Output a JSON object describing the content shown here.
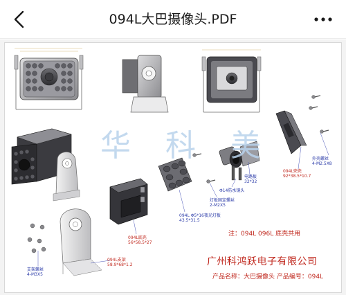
{
  "header": {
    "title": "094L大巴摄像头.PDF"
  },
  "drawing": {
    "watermark": [
      "华",
      "科",
      "美"
    ],
    "labels": {
      "shield_screw": "外壳螺丝\n4-M2.5X8",
      "shell_094l": "094L壳壳\n92*38.5*10.7",
      "pcb": "电路板\n32*32",
      "lens_14": "Φ14防水镜头",
      "lamp_board_screw": "灯板固定螺丝\n2-M2X5",
      "lamp_board": "094L Φ5*16夜光灯板\n43.5*31.5",
      "bottom_shell": "094L底壳\n56*58.5*27",
      "bracket": "094L支架\n58.9*68*1.2",
      "bracket_screw": "支架螺丝\n4-M3X5"
    },
    "note": "注：094L  096L 底壳共用",
    "company": "广州科鸿跃电子有限公司",
    "product_line": "产品名称：大巴摄像头   产品编号：094L"
  },
  "colors": {
    "label_blue": "#2a3aa8",
    "note_red": "#c0281e",
    "watermark": "#b9d3ec"
  },
  "icons": {
    "back": "chevron-left-icon",
    "more": "more-dots-icon"
  }
}
